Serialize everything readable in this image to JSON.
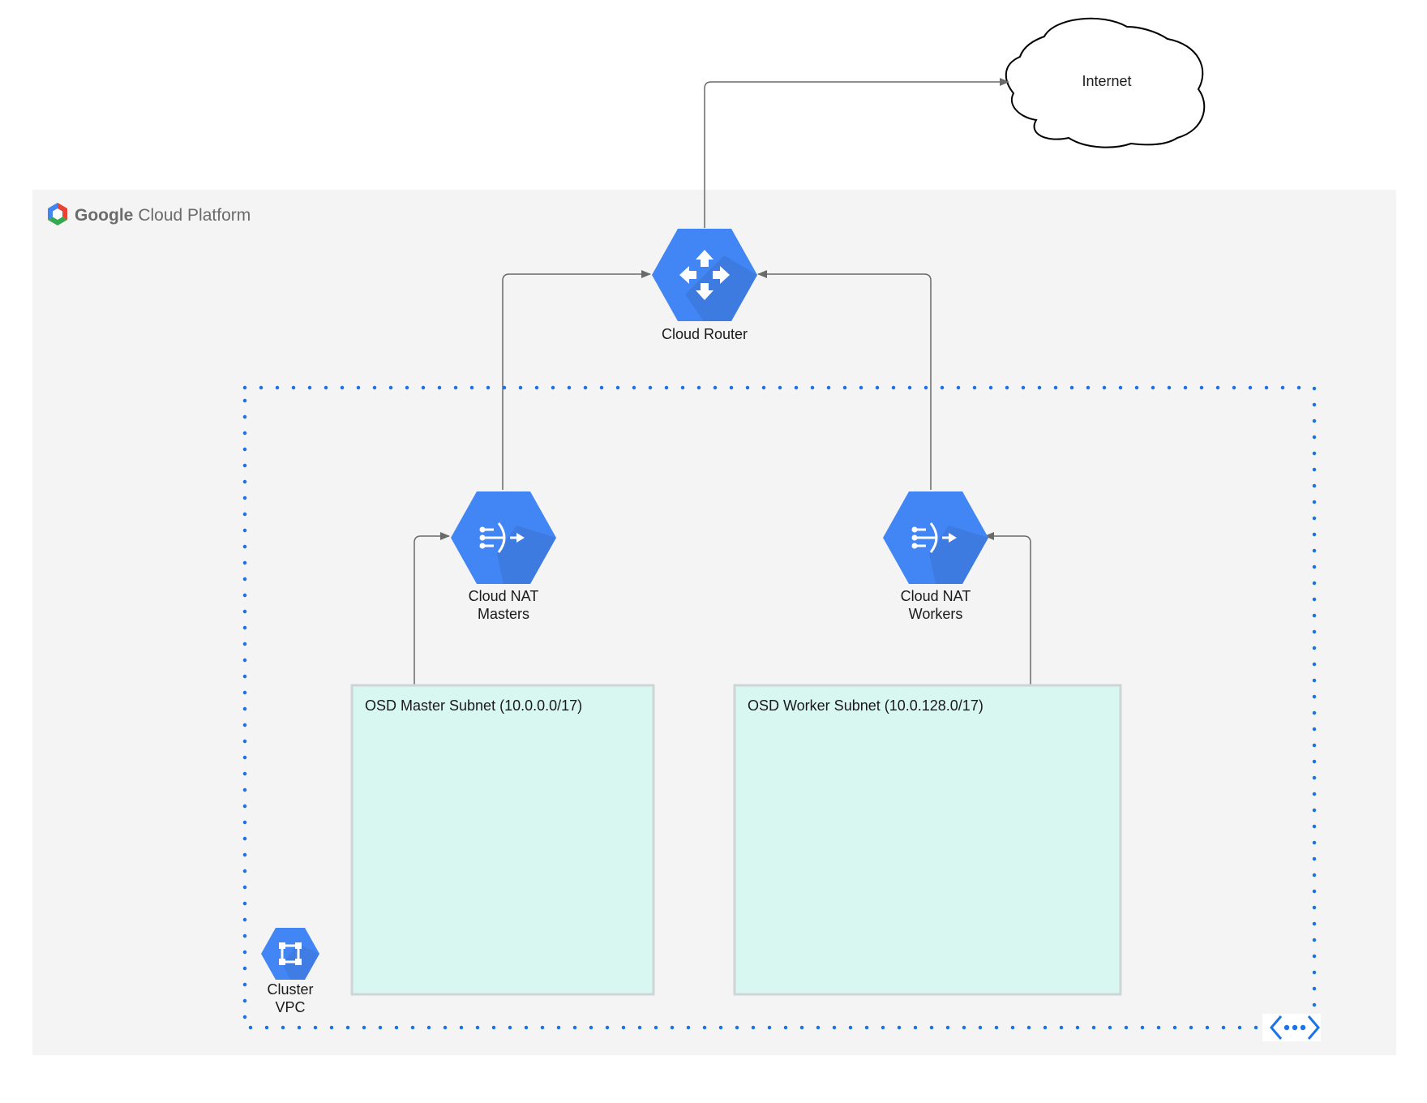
{
  "brand": {
    "name_bold": "Google",
    "name_rest": "Cloud Platform"
  },
  "internet": {
    "label": "Internet"
  },
  "router": {
    "label": "Cloud Router"
  },
  "nat_masters": {
    "line1": "Cloud NAT",
    "line2": "Masters"
  },
  "nat_workers": {
    "line1": "Cloud NAT",
    "line2": "Workers"
  },
  "vpc": {
    "line1": "Cluster",
    "line2": "VPC"
  },
  "subnets": {
    "master": {
      "label": "OSD Master Subnet (10.0.0.0/17)"
    },
    "worker": {
      "label": "OSD Worker Subnet (10.0.128.0/17)"
    }
  },
  "colors": {
    "gcp_panel": "#f4f4f4",
    "gcp_blue": "#4285f4",
    "gcp_blue_shadow": "#3b73d1",
    "vpc_border": "#1a73e8",
    "subnet_fill": "#d8f7f1",
    "subnet_border": "#cfd4d6",
    "connector": "#6a6a6a"
  },
  "icons": {
    "brand": "gcp-logo-icon",
    "internet": "cloud-outline-icon",
    "router": "cloud-router-icon",
    "nat": "cloud-nat-icon",
    "vpc": "vpc-icon",
    "vpc_edge": "network-dots-icon"
  }
}
